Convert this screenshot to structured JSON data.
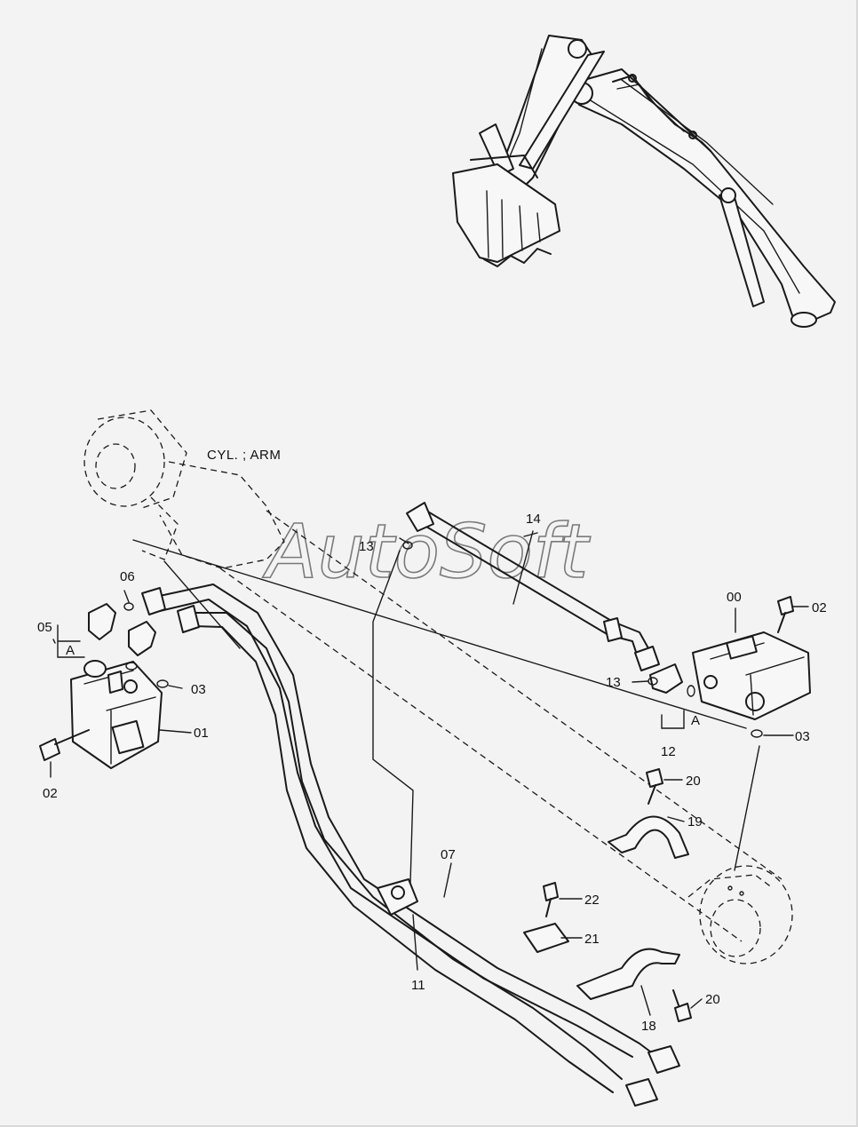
{
  "caption": "CYL. ; ARM",
  "watermark": "AutoSoft",
  "callouts": {
    "c00": "00",
    "c01": "01",
    "c02a": "02",
    "c02b": "02",
    "c03a": "03",
    "c03b": "03",
    "c05": "05",
    "c06": "06",
    "c07": "07",
    "c11": "11",
    "c12": "12",
    "c13a": "13",
    "c13b": "13",
    "c14": "14",
    "c18": "18",
    "c19": "19",
    "c20a": "20",
    "c20b": "20",
    "c21": "21",
    "c22": "22",
    "refA1": "A",
    "refA2": "A"
  }
}
